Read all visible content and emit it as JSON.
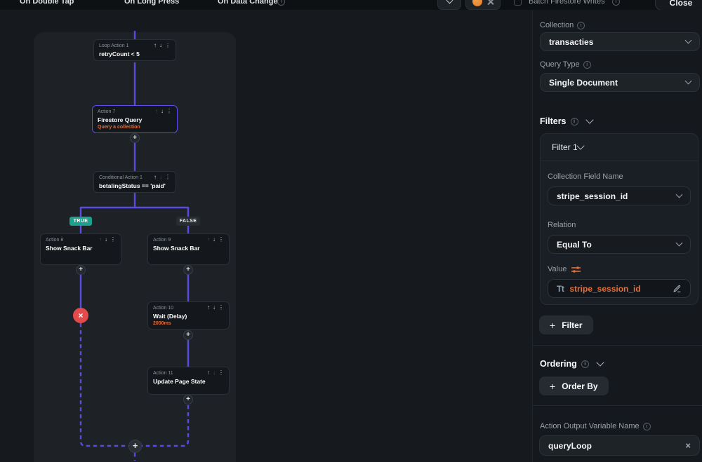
{
  "icons": {
    "arrow_up": "↑",
    "arrow_down": "↓",
    "kebab": "⋮",
    "plus": "+",
    "close_x": "×",
    "info": "i",
    "text_type": "Tt"
  },
  "topbar": {
    "tabs": [
      {
        "label": "On Double Tap"
      },
      {
        "label": "On Long Press"
      },
      {
        "label": "On Data Change"
      }
    ],
    "batch_label": "Batch Firestore Writes",
    "close_label": "Close"
  },
  "canvas": {
    "nodes": [
      {
        "label": "Loop Action 1",
        "title": "retryCount < 5"
      },
      {
        "label": "Action 7",
        "title": "Firestore Query",
        "subtitle": "Query a collection"
      },
      {
        "label": "Conditional Action 1",
        "title": "betalingStatus == 'paid'"
      },
      {
        "label": "Action 8",
        "title": "Show Snack Bar"
      },
      {
        "label": "Action 9",
        "title": "Show Snack Bar"
      },
      {
        "label": "Action 10",
        "title": "Wait (Delay)",
        "subtitle": "2000ms"
      },
      {
        "label": "Action 11",
        "title": "Update Page State"
      }
    ],
    "true_badge": "TRUE",
    "false_badge": "FALSE"
  },
  "panel": {
    "collection_label": "Collection",
    "collection_value": "transacties",
    "query_type_label": "Query Type",
    "query_type_value": "Single Document",
    "filters_header": "Filters",
    "filter1_header": "Filter 1",
    "collection_field_label": "Collection Field Name",
    "collection_field_value": "stripe_session_id",
    "relation_label": "Relation",
    "relation_value": "Equal To",
    "value_label": "Value",
    "value_text": "stripe_session_id",
    "add_filter_label": "Filter",
    "ordering_header": "Ordering",
    "order_by_label": "Order By",
    "output_label": "Action Output Variable Name",
    "output_value": "queryLoop"
  },
  "colors": {
    "accent_purple": "#5a4be0",
    "accent_orange": "#e0703d",
    "true_green": "#1ba18e",
    "error_red": "#e14b4b"
  }
}
